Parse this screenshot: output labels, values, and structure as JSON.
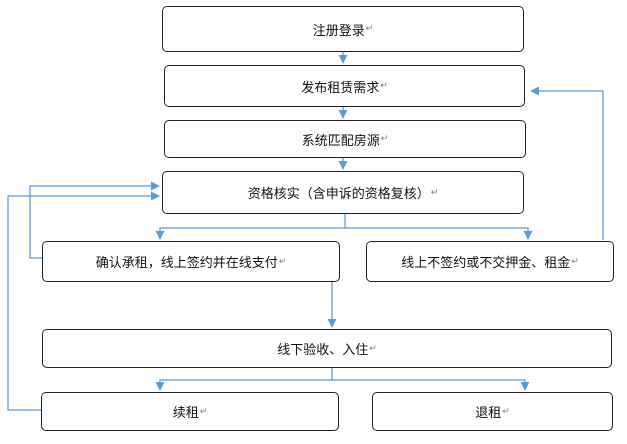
{
  "flowchart": {
    "return_mark": "↵",
    "nodes": {
      "register_login": "注册登录",
      "post_demand": "发布租赁需求",
      "match_listings": "系统匹配房源",
      "verify_qualification": "资格核实（含申诉的资格复核）",
      "confirm_rent_sign_pay": "确认承租，线上签约并在线支付",
      "no_sign_no_deposit": "线上不签约或不交押金、租金",
      "offline_inspection_move_in": "线下验收、入住",
      "renew_lease": "续租",
      "terminate_lease": "退租"
    }
  },
  "colors": {
    "connector": "#5b9bd5",
    "box_border": "#222222"
  }
}
